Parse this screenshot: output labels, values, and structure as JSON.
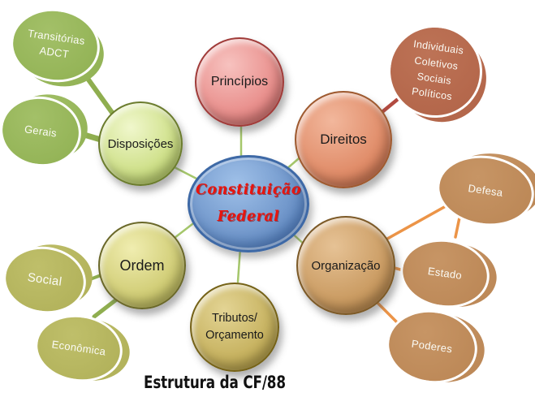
{
  "caption": "Estrutura da CF/88",
  "diagram": {
    "center": {
      "line1": "Constituição",
      "line2": "Federal"
    },
    "main_nodes": {
      "principios": {
        "label": "Princípios"
      },
      "direitos": {
        "label": "Direitos"
      },
      "disposicoes": {
        "label": "Disposições"
      },
      "ordem": {
        "label": "Ordem"
      },
      "organizacao": {
        "label": "Organização"
      },
      "tributos": {
        "line1": "Tributos/",
        "line2": "Orçamento"
      }
    },
    "satellites": {
      "transitorias": {
        "line1": "Transitórias",
        "line2": "ADCT"
      },
      "gerais": {
        "label": "Gerais"
      },
      "direitos_tipos": {
        "line1": "Individuais",
        "line2": "Coletivos",
        "line3": "Sociais",
        "line4": "Políticos"
      },
      "social": {
        "label": "Social"
      },
      "economica": {
        "label": "Econômica"
      },
      "defesa": {
        "label": "Defesa"
      },
      "estado": {
        "label": "Estado"
      },
      "poderes": {
        "label": "Poderes"
      }
    }
  },
  "colors": {
    "background": "#ffffff",
    "node-text": "#1a1a1a",
    "caption-color": "#111111",
    "center-fill-hi": "#9fc0e8",
    "center-fill-lo": "#5a83bd",
    "center-border": "#3e69a6",
    "center-text": "#e8140e",
    "principios-hi": "#f7c2bf",
    "principios-lo": "#e37a77",
    "principios-border": "#a03c3a",
    "direitos-hi": "#f2b79c",
    "direitos-lo": "#d97b54",
    "direitos-border": "#9e5a30",
    "disposicoes-hi": "#f0f7cc",
    "disposicoes-lo": "#c0d66c",
    "disposicoes-border": "#6b7c2e",
    "ordem-hi": "#f0edb0",
    "ordem-lo": "#c4c05e",
    "ordem-border": "#6a682a",
    "organizacao-hi": "#e6c295",
    "organizacao-lo": "#bf8c4e",
    "organizacao-border": "#7c5a28",
    "tributos-hi": "#e3d494",
    "tributos-lo": "#bba44a",
    "tributos-border": "#756218",
    "sat-green": "#94b457",
    "sat-olive": "#b3b35c",
    "sat-camel": "#bd8958",
    "sat-terra": "#b4674b",
    "sat-text": "#fbfbf5",
    "line-light-green": "#a5c76b",
    "line-green": "#8fae4f",
    "line-red": "#b24a40",
    "line-orange": "#ec9447"
  }
}
